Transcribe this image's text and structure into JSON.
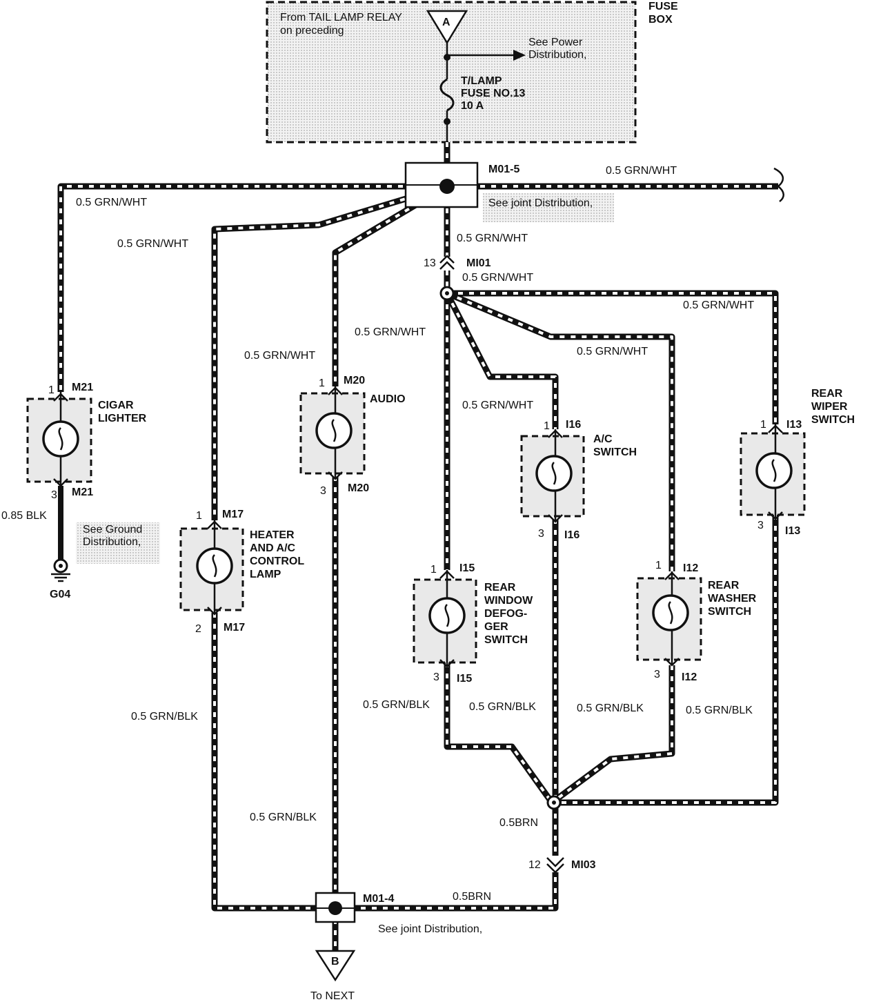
{
  "fuse_box": {
    "title_line1": "FUSE",
    "title_line2": "BOX",
    "source_line1": "From TAIL LAMP RELAY",
    "source_line2": "on preceding",
    "connector_a": "A",
    "power_line1": "See Power",
    "power_line2": "Distribution,",
    "fuse_line1": "T/LAMP",
    "fuse_line2": "FUSE NO.13",
    "fuse_line3": "10 A"
  },
  "joint_top": {
    "id": "M01-5",
    "note": "See joint Distribution,"
  },
  "joint_bottom": {
    "id": "M01-4",
    "note": "See joint Distribution,"
  },
  "connector_b": {
    "letter": "B",
    "label": "To NEXT"
  },
  "wires": {
    "grn_wht": "0.5 GRN/WHT",
    "grn_blk": "0.5 GRN/BLK",
    "brn": "0.5BRN",
    "blk": "0.85 BLK"
  },
  "connectors": {
    "mi01": {
      "id": "MI01",
      "pin": "13"
    },
    "mi03": {
      "id": "MI03",
      "pin": "12"
    }
  },
  "ground": {
    "id": "G04",
    "note_line1": "See Ground",
    "note_line2": "Distribution,"
  },
  "components": {
    "cigar": {
      "line1": "CIGAR",
      "line2": "LIGHTER",
      "conn": "M21",
      "pin_in": "1",
      "pin_out": "3"
    },
    "heater": {
      "line1": "HEATER",
      "line2": "AND A/C",
      "line3": "CONTROL",
      "line4": "LAMP",
      "conn": "M17",
      "pin_in": "1",
      "pin_out": "2"
    },
    "audio": {
      "line1": "AUDIO",
      "conn": "M20",
      "pin_in": "1",
      "pin_out": "3"
    },
    "defog": {
      "line1": "REAR",
      "line2": "WINDOW",
      "line3": "DEFOG-",
      "line4": "GER",
      "line5": "SWITCH",
      "conn": "I15",
      "pin_in": "1",
      "pin_out": "3"
    },
    "ac": {
      "line1": "A/C",
      "line2": "SWITCH",
      "conn": "I16",
      "pin_in": "1",
      "pin_out": "3"
    },
    "washer": {
      "line1": "REAR",
      "line2": "WASHER",
      "line3": "SWITCH",
      "conn": "I12",
      "pin_in": "1",
      "pin_out": "3"
    },
    "wiper": {
      "line1": "REAR",
      "line2": "WIPER",
      "line3": "SWITCH",
      "conn": "I13",
      "pin_in": "1",
      "pin_out": "3"
    }
  }
}
